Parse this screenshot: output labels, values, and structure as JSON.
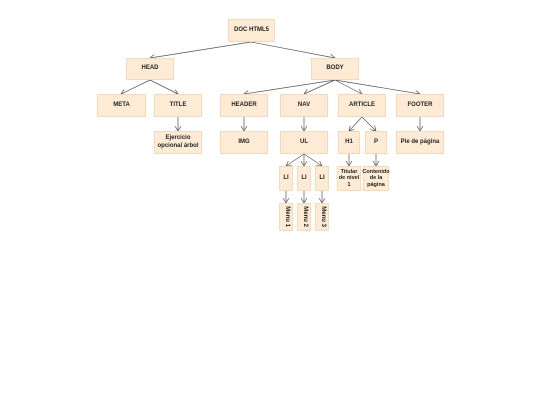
{
  "nodes": {
    "root": "DOC HTML5",
    "head": "HEAD",
    "body": "BODY",
    "meta": "META",
    "title": "TITLE",
    "header": "HEADER",
    "nav": "NAV",
    "article": "ARTICLE",
    "footer": "FOOTER",
    "title_text": "Ejercicio opcional árbol",
    "img": "IMG",
    "ul": "UL",
    "h1": "H1",
    "p": "P",
    "footer_text": "Pie de página",
    "li1": "LI",
    "li2": "LI",
    "li3": "LI",
    "h1_text": "Titular de nivel 1",
    "p_text": "Contenido de la página",
    "menu1": "Menu 1",
    "menu2": "Menu 2",
    "menu3": "Menu 3"
  },
  "colors": {
    "node_fill": "#fdebd6",
    "node_border": "#f6d9b8",
    "edge": "#555555"
  }
}
